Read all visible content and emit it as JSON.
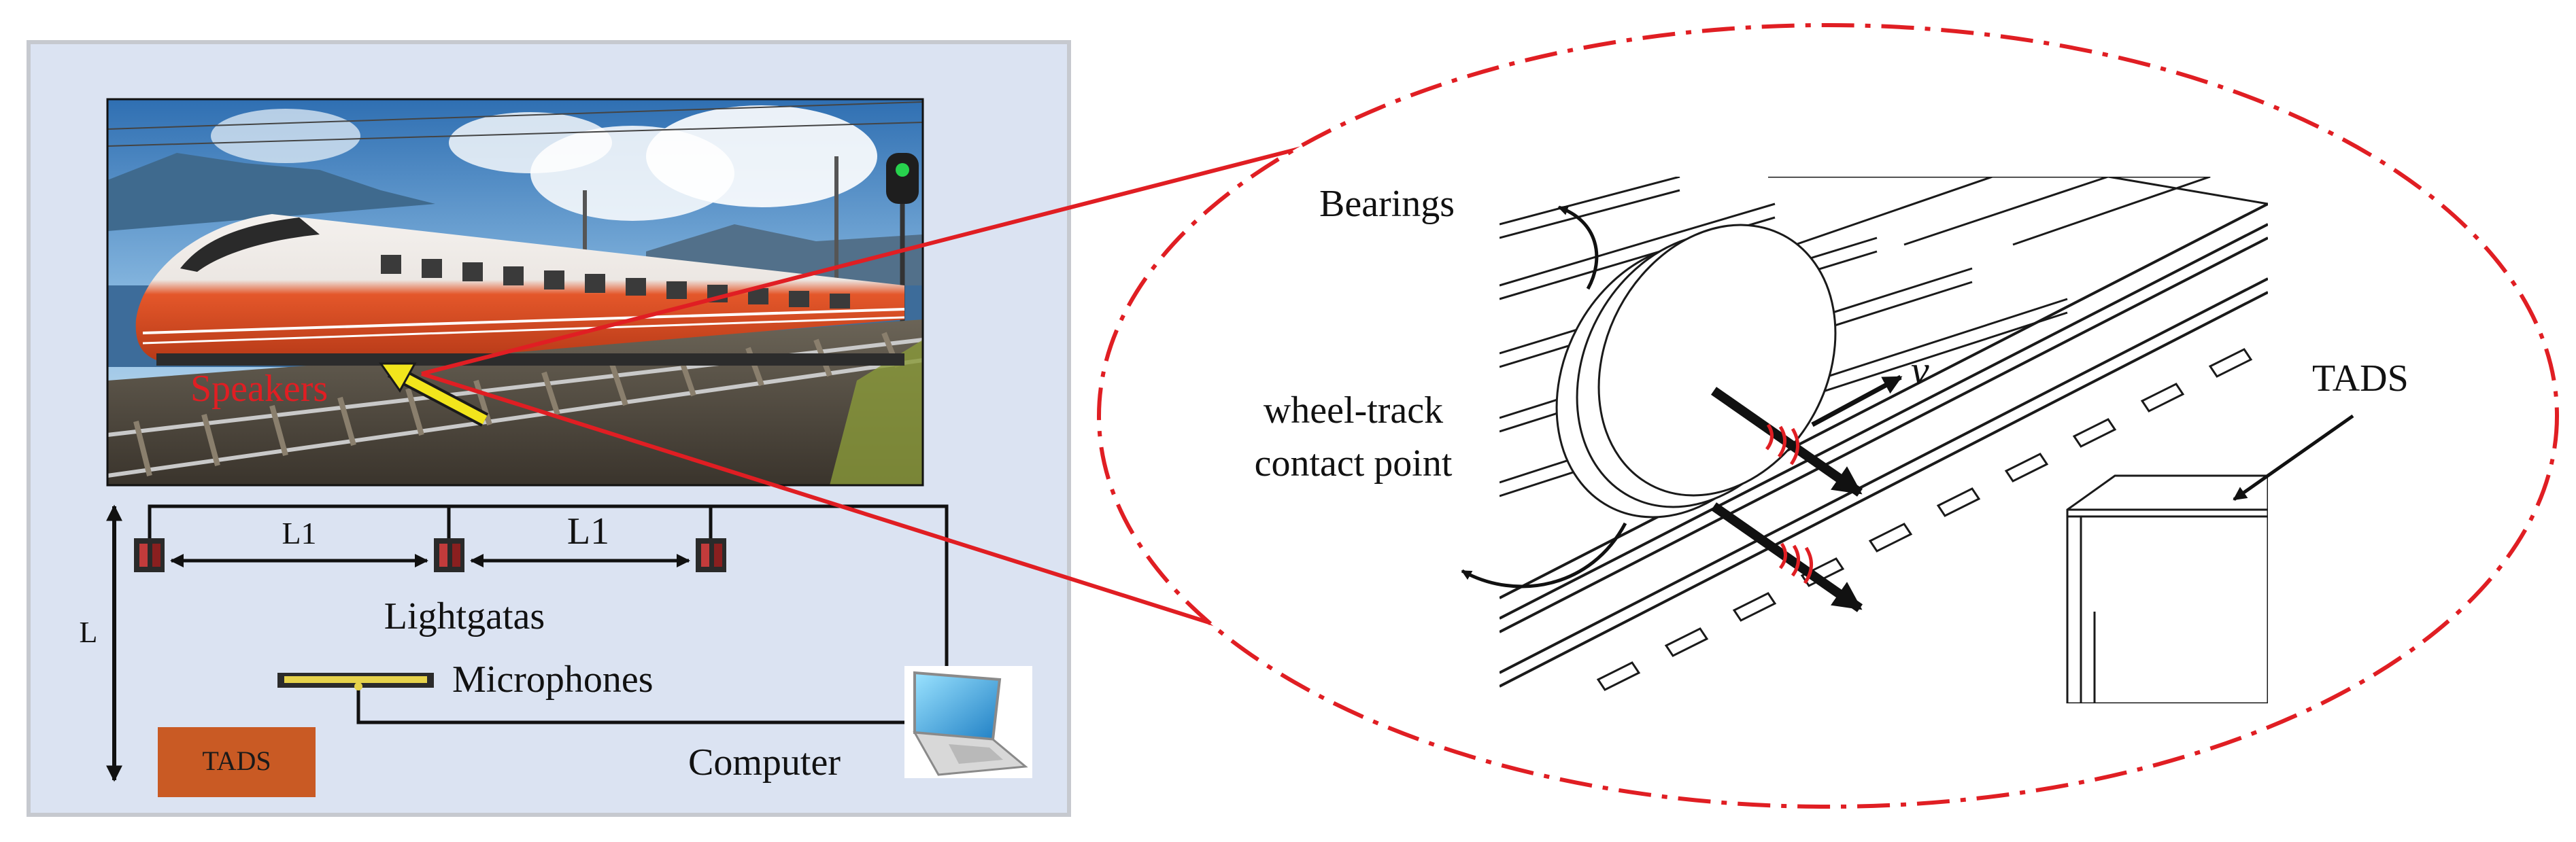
{
  "left_panel": {
    "photo_label": "Speakers",
    "distance_label_1": "L1",
    "distance_label_2": "L1",
    "lightgates_label": "Lightgatas",
    "microphones_label": "Microphones",
    "computer_label": "Computer",
    "height_label": "L",
    "tads_box_label": "TADS"
  },
  "zoom_panel": {
    "bearings_label": "Bearings",
    "contact_label_line1": "wheel-track",
    "contact_label_line2": "contact point",
    "velocity_label": "v",
    "tads_label": "TADS"
  },
  "colors": {
    "panel_bg": "#dbe3f2",
    "panel_border": "#c6c9cf",
    "highlight_red": "#e01e23",
    "tads_box": "#c95a24",
    "speaker_arrow": "#f2e51c",
    "train_orange": "#e4572a",
    "sky": "#7fb3dd"
  },
  "icons": {
    "sensor": "lightgate-sensor-icon",
    "microphone": "microphone-array-icon",
    "computer": "laptop-icon",
    "wheel": "wheel-bearing-drawing",
    "sound": "sound-wave-icon"
  }
}
